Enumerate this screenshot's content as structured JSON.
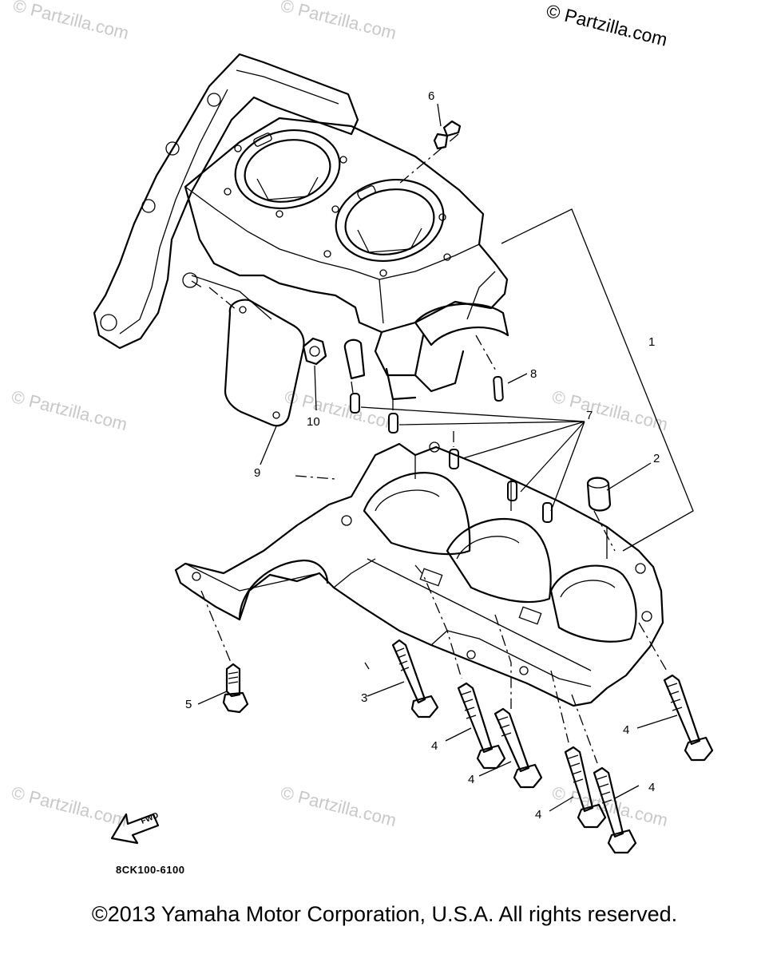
{
  "watermark": "© Partzilla.com",
  "site_credit": "© Partzilla.com",
  "fwd_label": "FWD",
  "drawing_code": "8CK100-6100",
  "copyright": "©2013 Yamaha Motor Corporation, U.S.A. All rights reserved.",
  "callouts": {
    "c1": "1",
    "c2": "2",
    "c3": "3",
    "c4a": "4",
    "c4b": "4",
    "c4c": "4",
    "c4d": "4",
    "c4e": "4",
    "c5": "5",
    "c6": "6",
    "c7": "7",
    "c8": "8",
    "c9": "9",
    "c10": "10"
  }
}
